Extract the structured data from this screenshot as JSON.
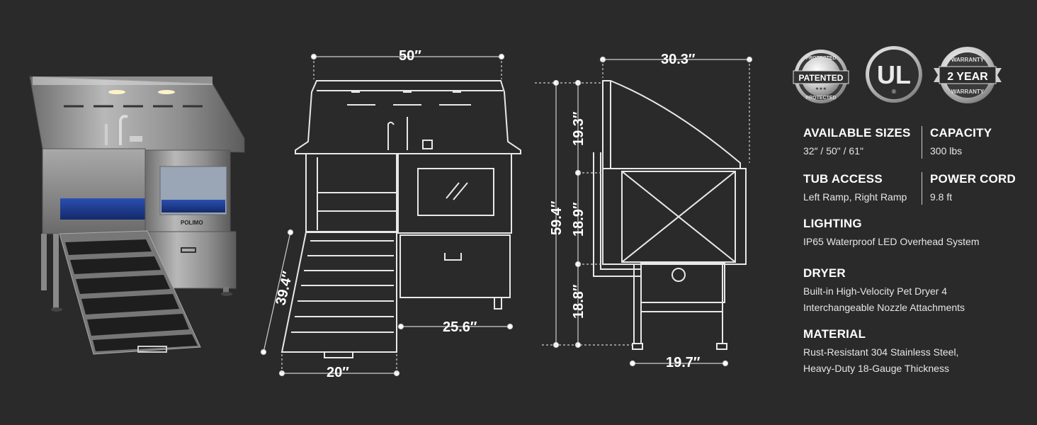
{
  "badges": {
    "patented": {
      "top": "PROTECTED",
      "main": "PATENTED",
      "stars": "★★★",
      "bottom": "PROTECTED"
    },
    "ul": {
      "main": "UL",
      "reg": "®"
    },
    "warranty": {
      "top": "WARRANTY",
      "main": "2 YEAR",
      "bottom": "WARRANTY"
    }
  },
  "product": {
    "brand": "POLIMO"
  },
  "dimensions": {
    "front_width": "50″",
    "ramp_length": "39.4″",
    "ramp_width": "20″",
    "body_width": "25.6″",
    "side_depth": "30.3″",
    "total_height": "59.4″",
    "upper_height": "19.3″",
    "middle_height": "18.9″",
    "lower_height": "18.8″",
    "base_depth": "19.7″"
  },
  "specs": {
    "sizes": {
      "title": "AVAILABLE SIZES",
      "value": "32″ / 50\" / 61\""
    },
    "capacity": {
      "title": "CAPACITY",
      "value": "300 lbs"
    },
    "tub_access": {
      "title": "TUB ACCESS",
      "value": "Left Ramp, Right Ramp"
    },
    "power_cord": {
      "title": "POWER CORD",
      "value": "9.8 ft"
    },
    "lighting": {
      "title": "LIGHTING",
      "value": "IP65 Waterproof LED Overhead System"
    },
    "dryer": {
      "title": "DRYER",
      "value_1": "Built-in High-Velocity Pet Dryer 4",
      "value_2": "Interchangeable Nozzle Attachments"
    },
    "material": {
      "title": "MATERIAL",
      "value_1": "Rust-Resistant 304 Stainless Steel,",
      "value_2": "Heavy-Duty 18-Gauge Thickness"
    }
  }
}
